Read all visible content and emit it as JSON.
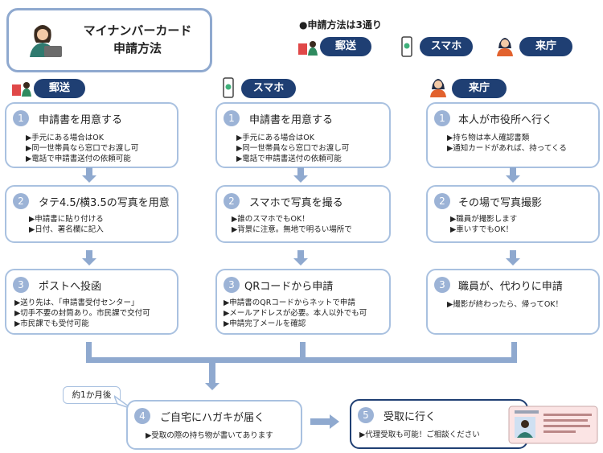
{
  "title": {
    "line1": "マイナンバーカード",
    "line2": "申請方法"
  },
  "legend": {
    "heading": "●申請方法は3通り",
    "mail": "郵送",
    "phone": "スマホ",
    "visit": "来庁"
  },
  "columns": {
    "mail": {
      "label": "郵送",
      "step1": {
        "num": "1",
        "title": "申請書を用意する",
        "b1": "▶手元にある場合はOK",
        "b2": "▶同一世帯員なら窓口でお渡し可",
        "b3": "▶電話で申請書送付の依頼可能"
      },
      "step2": {
        "num": "2",
        "title": "タテ4.5/横3.5の写真を用意",
        "b1": "▶申請書に貼り付ける",
        "b2": "▶日付、署名欄に記入"
      },
      "step3": {
        "num": "3",
        "title": "ポストへ投函",
        "b1": "▶送り先は、「申請書受付センター」",
        "b2": "▶切手不要の封筒あり。市民課で交付可",
        "b3": "▶市民課でも受付可能"
      }
    },
    "phone": {
      "label": "スマホ",
      "step1": {
        "num": "1",
        "title": "申請書を用意する",
        "b1": "▶手元にある場合はOK",
        "b2": "▶同一世帯員なら窓口でお渡し可",
        "b3": "▶電話で申請書送付の依頼可能"
      },
      "step2": {
        "num": "2",
        "title": "スマホで写真を撮る",
        "b1": "▶誰のスマホでもOK！",
        "b2": "▶背景に注意。無地で明るい場所で"
      },
      "step3": {
        "num": "3",
        "title": "QRコードから申請",
        "b1": "▶申請書のQRコードからネットで申請",
        "b2": "▶メールアドレスが必要。本人以外でも可",
        "b3": "▶申請完了メールを確認"
      }
    },
    "visit": {
      "label": "来庁",
      "step1": {
        "num": "1",
        "title": "本人が市役所へ行く",
        "b1": "▶持ち物は本人確認書類",
        "b2": "▶通知カードがあれば、持ってくる"
      },
      "step2": {
        "num": "2",
        "title": "その場で写真撮影",
        "b1": "▶職員が撮影します",
        "b2": "▶車いすでもOK！"
      },
      "step3": {
        "num": "3",
        "title": "職員が、代わりに申請",
        "b1": "▶撮影が終わったら、帰ってOK！"
      }
    }
  },
  "callout": "約1か月後",
  "step4": {
    "num": "4",
    "title": "ご自宅にハガキが届く",
    "b1": "▶受取の際の持ち物が書いてあります"
  },
  "step5": {
    "num": "5",
    "title": "受取に行く",
    "b1": "▶代理受取も可能！ご相談ください"
  },
  "colors": {
    "navy": "#1f3f73",
    "card_border": "#a9c1e0",
    "arrow": "#8fa9cf",
    "badge": "#9cb3d6",
    "final_border": "#1f3f73"
  }
}
